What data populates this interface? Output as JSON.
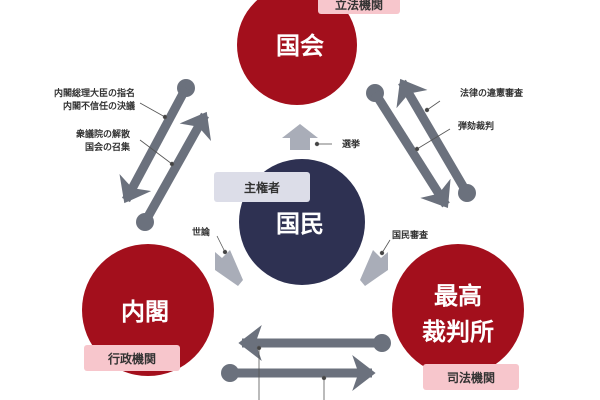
{
  "nodes": {
    "diet": {
      "name": "国会",
      "role": "立法機関"
    },
    "people": {
      "name": "国民",
      "role": "主権者"
    },
    "cabinet": {
      "name": "内閣",
      "role": "行政機関"
    },
    "court": {
      "name_line1": "最高",
      "name_line2": "裁判所",
      "role": "司法機関"
    }
  },
  "relations": {
    "diet_to_cabinet_1": "内閣総理大臣の指名",
    "diet_to_cabinet_2": "内閣不信任の決議",
    "cabinet_to_diet_1": "衆議院の解散",
    "cabinet_to_diet_2": "国会の召集",
    "court_to_diet": "法律の違憲審査",
    "diet_to_court": "弾劾裁判",
    "people_to_diet": "選挙",
    "people_to_cabinet": "世論",
    "people_to_court": "国民審査"
  },
  "colors": {
    "branch": "#a30f1c",
    "people": "#2e3152",
    "arrow": "#6b717d",
    "pink": "#f7c6cc",
    "lavender": "#dcdde8"
  }
}
